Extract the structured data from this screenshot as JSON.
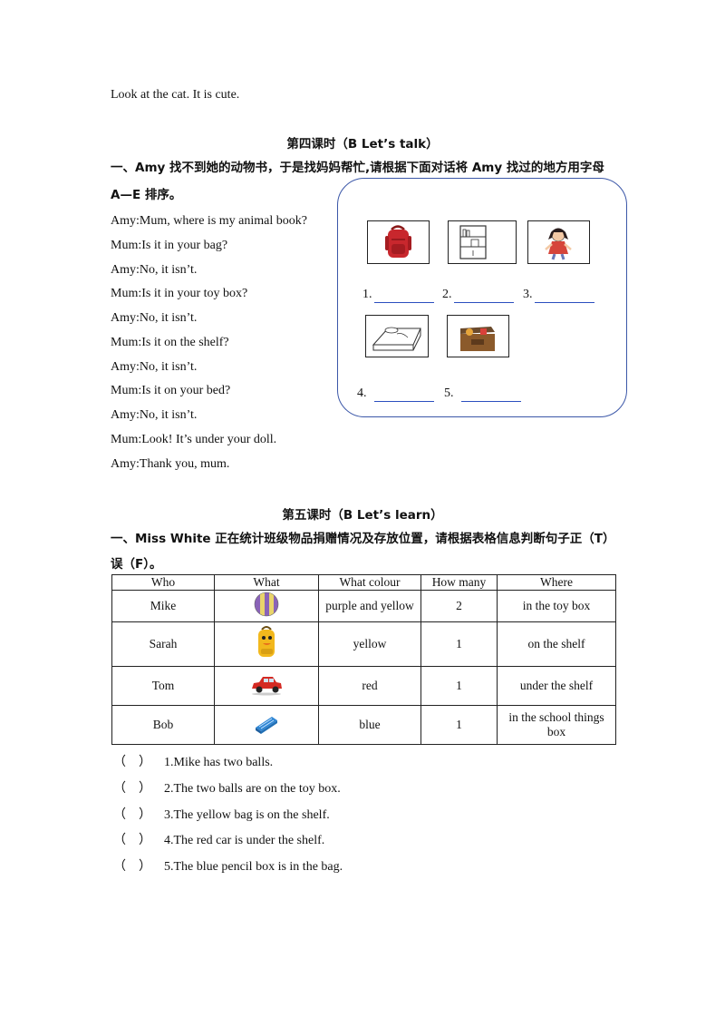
{
  "intro_sentence": "Look at the cat. It is cute.",
  "lesson4": {
    "heading": "第四课时（B  Let’s talk）",
    "instruction_line1": "一、Amy 找不到她的动物书，于是找妈妈帮忙,请根据下面对话将 Amy 找过的地方用字母",
    "instruction_line2": "A—E 排序。",
    "dialogue": [
      "Amy:Mum, where is my animal book?",
      "Mum:Is it in your bag?",
      "Amy:No, it isn’t.",
      "Mum:Is it in your toy box?",
      "Amy:No, it isn’t.",
      "Mum:Is it on the shelf?",
      "Amy:No, it isn’t.",
      "Mum:Is it on your bed?",
      "Amy:No, it isn’t.",
      "Mum:Look! It’s under your doll.",
      "Amy:Thank you, mum."
    ],
    "blanks": [
      "1.",
      "2.",
      "3.",
      "4.",
      "5."
    ]
  },
  "lesson5": {
    "heading": "第五课时（B  Let’s learn）",
    "instruction_line1": "一、Miss White 正在统计班级物品捐赠情况及存放位置，请根据表格信息判断句子正（T）",
    "instruction_line2": "误（F）。",
    "table": {
      "headers": [
        "Who",
        "What",
        "What colour",
        "How many",
        "Where"
      ],
      "rows": [
        {
          "who": "Mike",
          "what_icon": "ball-icon",
          "colour": "purple and yellow",
          "count": "2",
          "where": "in the toy box"
        },
        {
          "who": "Sarah",
          "what_icon": "bag-icon",
          "colour": "yellow",
          "count": "1",
          "where": "on the shelf"
        },
        {
          "who": "Tom",
          "what_icon": "car-icon",
          "colour": "red",
          "count": "1",
          "where": "under the shelf"
        },
        {
          "who": "Bob",
          "what_icon": "pencil-box-icon",
          "colour": "blue",
          "count": "1",
          "where": "in the school things box"
        }
      ]
    },
    "paren_open": "（",
    "paren_close": "）",
    "statements": [
      "1.Mike has two balls.",
      "2.The two balls are on the toy box.",
      "3.The yellow bag is on the shelf.",
      "4.The red car is under the shelf.",
      "5.The blue pencil box is in the bag."
    ]
  }
}
